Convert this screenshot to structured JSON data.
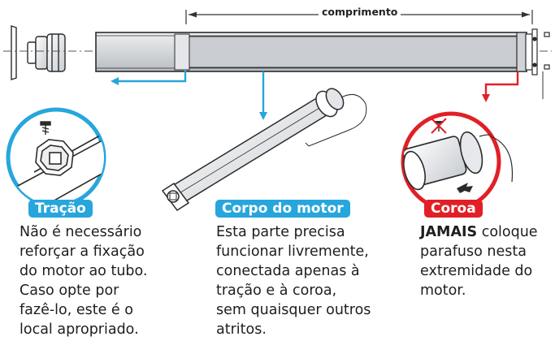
{
  "dimension": {
    "label": "comprimento"
  },
  "sections": [
    {
      "id": "tracao",
      "title": "Tração",
      "color": "#27a6dc",
      "lines": [
        "Não é necessário",
        "reforçar a fixação",
        "do motor ao tubo.",
        "Caso opte por",
        "fazê-lo, este é o",
        "local apropriado."
      ]
    },
    {
      "id": "corpo",
      "title": "Corpo do motor",
      "color": "#27a6dc",
      "lines": [
        "Esta parte precisa",
        "funcionar livremente,",
        "conectada apenas à",
        "tração e à coroa,",
        "sem quaisquer outros",
        "atritos."
      ]
    },
    {
      "id": "coroa",
      "title": "Coroa",
      "color": "#e02026",
      "emphasis": "JAMAIS",
      "lines": [
        " coloque",
        "parafuso nesta",
        "extremidade do",
        "motor."
      ]
    }
  ],
  "colors": {
    "accent_blue": "#27a6dc",
    "accent_red": "#e02026",
    "tube_fill": "#d7d9dc",
    "outline": "#2b2b2b"
  },
  "icons": [
    "screw-icon",
    "forbidden-screw-icon",
    "rotation-arrow-icon"
  ]
}
